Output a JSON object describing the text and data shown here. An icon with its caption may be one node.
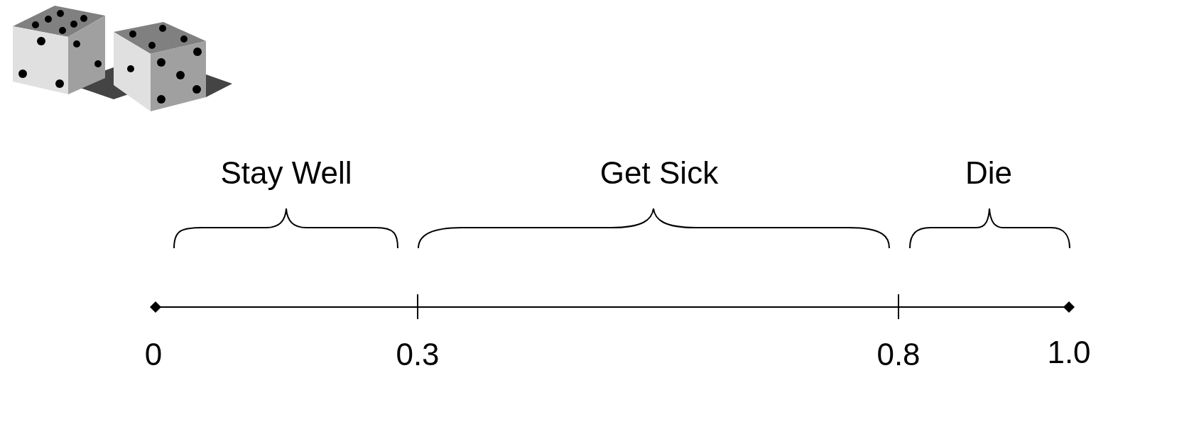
{
  "diagram": {
    "labels": [
      "Stay Well",
      "Get Sick",
      "Die",
      "0",
      "0.3",
      "0.8",
      "1.0"
    ]
  }
}
